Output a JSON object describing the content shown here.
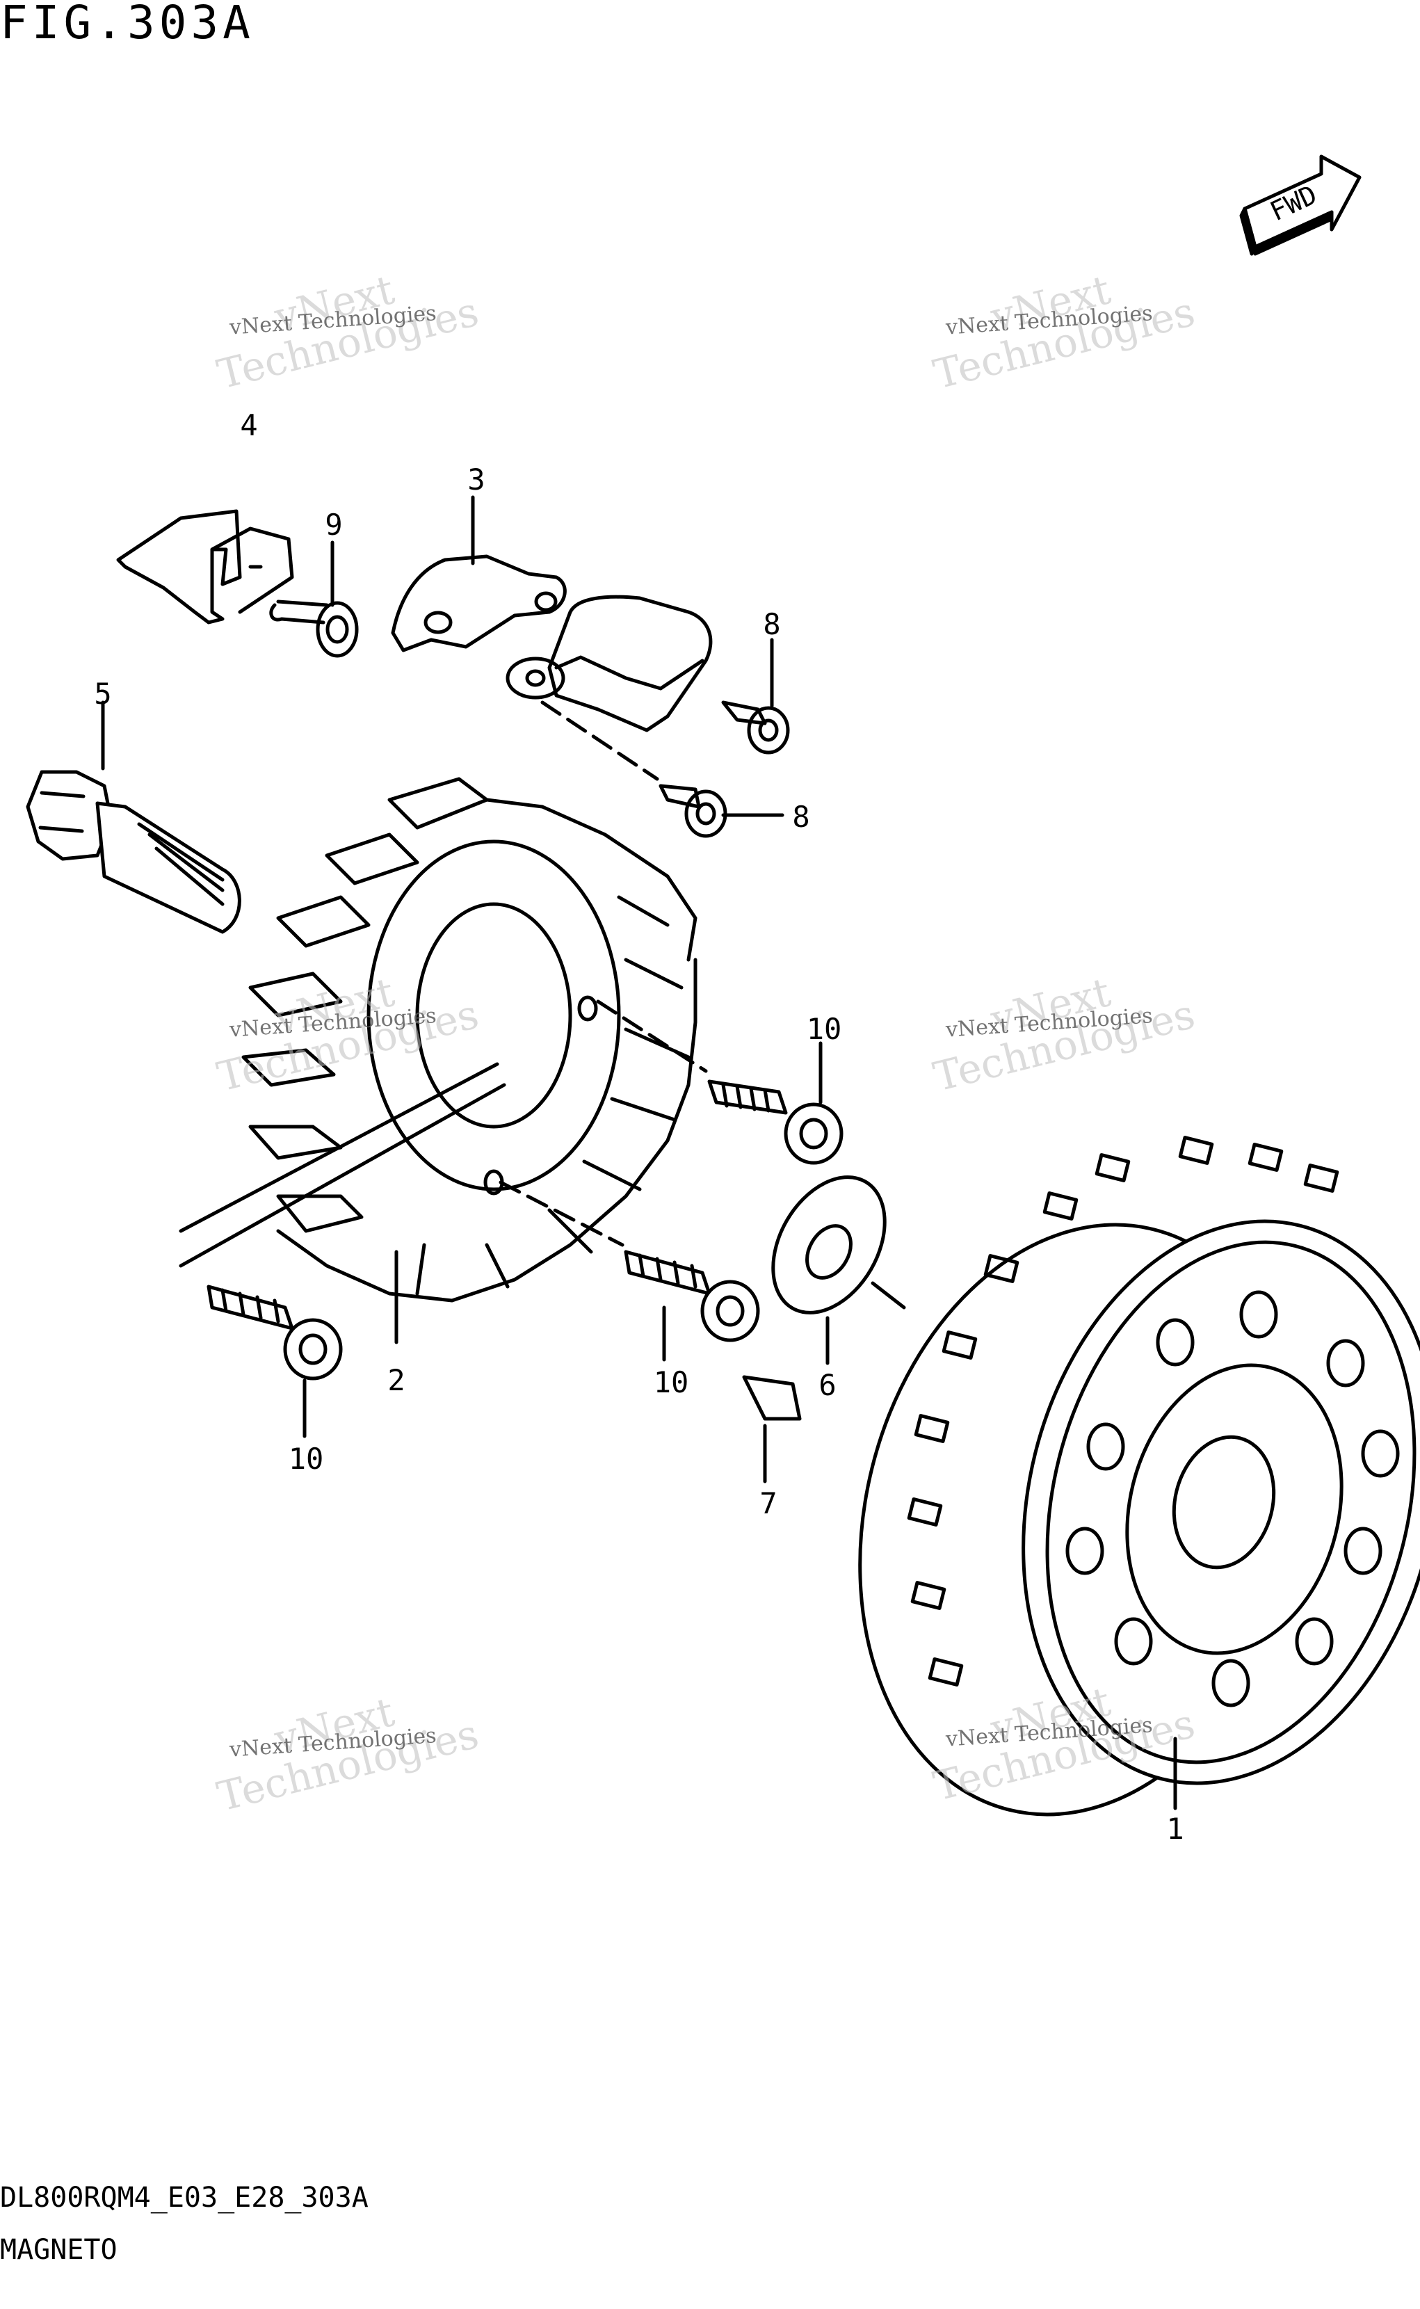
{
  "figure": {
    "title": "FIG.303A",
    "model_code": "DL800RQM4_E03_E28_303A",
    "section_name": "MAGNETO",
    "direction_label": "FWD"
  },
  "callouts": [
    {
      "id": "1",
      "label": "1"
    },
    {
      "id": "2",
      "label": "2"
    },
    {
      "id": "3",
      "label": "3"
    },
    {
      "id": "4",
      "label": "4"
    },
    {
      "id": "5",
      "label": "5"
    },
    {
      "id": "6",
      "label": "6"
    },
    {
      "id": "7",
      "label": "7"
    },
    {
      "id": "8a",
      "label": "8"
    },
    {
      "id": "8b",
      "label": "8"
    },
    {
      "id": "9",
      "label": "9"
    },
    {
      "id": "10a",
      "label": "10"
    },
    {
      "id": "10b",
      "label": "10"
    },
    {
      "id": "10c",
      "label": "10"
    }
  ],
  "watermark": {
    "line1": "vNext Technologies",
    "line2": "vNext",
    "line3": "Technologies"
  }
}
